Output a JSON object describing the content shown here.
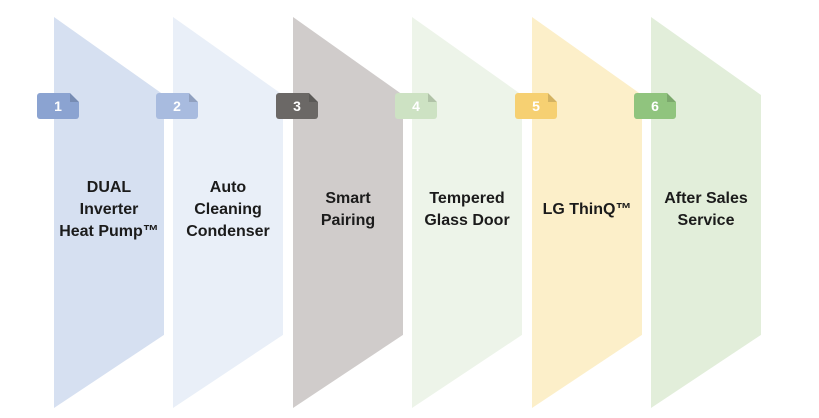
{
  "diagram": {
    "background_color": "#ffffff",
    "text_color": "#1b1b1b",
    "panels": [
      {
        "number": "1",
        "label": "DUAL\nInverter\nHeat Pump™",
        "panel_color": "#d6e0f1",
        "badge_color": "#8ba3d1"
      },
      {
        "number": "2",
        "label": "Auto\nCleaning\nCondenser",
        "panel_color": "#e9eff8",
        "badge_color": "#a8bbdf"
      },
      {
        "number": "3",
        "label": "Smart\nPairing",
        "panel_color": "#d0cccb",
        "badge_color": "#6b6866"
      },
      {
        "number": "4",
        "label": "Tempered\nGlass Door",
        "panel_color": "#edf4e9",
        "badge_color": "#cde2c3"
      },
      {
        "number": "5",
        "label": "LG ThinQ™",
        "panel_color": "#fcefc9",
        "badge_color": "#f6d072"
      },
      {
        "number": "6",
        "label": "After Sales\nService",
        "panel_color": "#e2eeda",
        "badge_color": "#90c47e"
      }
    ]
  }
}
